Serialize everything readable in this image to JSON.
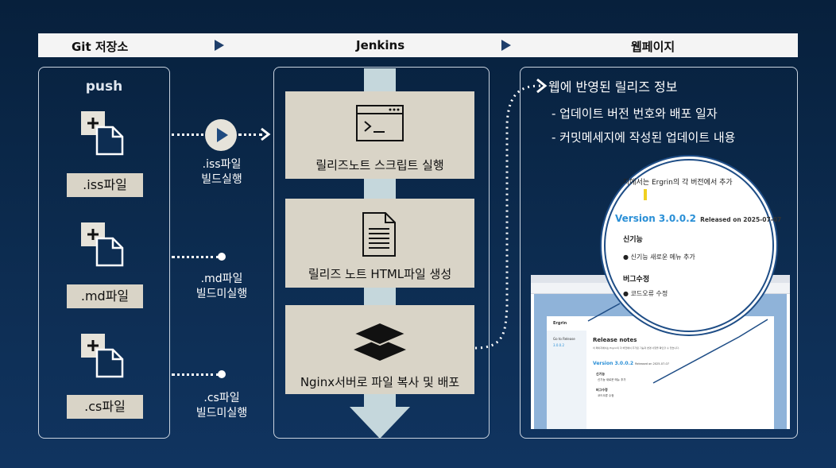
{
  "header": {
    "col1": "Git 저장소",
    "col2": "Jenkins",
    "col3": "웹페이지"
  },
  "git": {
    "title": "push",
    "files": [
      {
        "label": ".iss파일",
        "note": [
          ".iss파일",
          "빌드실행"
        ]
      },
      {
        "label": ".md파일",
        "note": [
          ".md파일",
          "빌드미실행"
        ]
      },
      {
        "label": ".cs파일",
        "note": [
          ".cs파일",
          "빌드미실행"
        ]
      }
    ]
  },
  "jenkins": {
    "stages": [
      {
        "label": "릴리즈노트 스크립트 실행",
        "icon": "terminal-icon"
      },
      {
        "label": "릴리즈 노트 HTML파일 생성",
        "icon": "document-icon"
      },
      {
        "label": "Nginx서버로 파일 복사 및 배포",
        "icon": "layers-icon"
      }
    ]
  },
  "web": {
    "title": "웹에 반영된 릴리즈 정보",
    "items": [
      "-   업데이트 버전 번호와 배포 일자",
      "-   커밋메세지에 작성된 업데이트 내용"
    ],
    "zoom": {
      "intro": "지에서는 Ergrin의 각 버전에서 추가",
      "version": "Version 3.0.0.2",
      "released": "Released on 2025-07-07",
      "sec1": "신기능",
      "sec1_item": "신기능 새로운 메뉴 추가",
      "sec2": "버그수정",
      "sec2_item": "코드오류 수정"
    },
    "shot": {
      "brand": "Ergrin",
      "nav1": "Go to Release",
      "nav2": "3.0.0.2",
      "heading": "Release notes",
      "intro": "이 페이지에서는 Ergrin의 각 버전에서 추가된 기능과 변경 사항을 확인할 수 있습니다.",
      "version": "Version 3.0.0.2",
      "released": "Released on 2025-07-07",
      "sec1": "신기능",
      "sec1_item": "신기능 새로운 메뉴 추가",
      "sec2": "버그수정",
      "sec2_item": "코드오류 수정"
    }
  },
  "colors": {
    "background": "#0b2744",
    "box": "#d9d4c7",
    "pipe": "#c5d7dc",
    "accent": "#1f4a7f",
    "link": "#2a8fd6"
  }
}
